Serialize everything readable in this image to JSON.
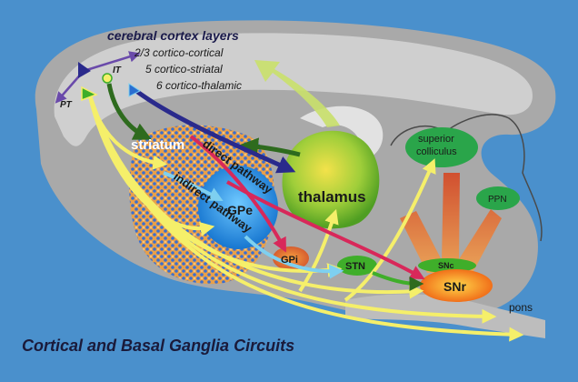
{
  "title": "Cortical and Basal Ganglia Circuits",
  "cortex": {
    "heading": "cerebral cortex layers",
    "layers": [
      "2/3 cortico-cortical",
      "5 cortico-striatal",
      "6 cortico-thalamic"
    ],
    "cell_labels": {
      "pt": "PT",
      "it": "IT"
    }
  },
  "structures": {
    "striatum": "striatum",
    "gpe": "GPe",
    "gpi": "GPi",
    "thalamus": "thalamus",
    "stn": "STN",
    "snc": "SNc",
    "snr": "SNr",
    "superior_colliculus_line1": "superior",
    "superior_colliculus_line2": "colliculus",
    "ppn": "PPN",
    "pons": "pons"
  },
  "pathways": {
    "direct": "direct pathway",
    "indirect": "indirect pathway"
  },
  "colors": {
    "background": "#4a90cc",
    "brain": "#a9a9a9",
    "cortex_layer": "#cfcfcf",
    "striatum_orange": "#f2a23a",
    "striatum_blue": "#3a6ed0",
    "gpe": "#1f8fe0",
    "thalamus_green": "#7bbd2a",
    "snr_orange": "#f07a10",
    "green_nucleus": "#3fae2a",
    "yellow_arrow": "#f5ef6a",
    "magenta_arrow": "#d8285a",
    "navy_arrow": "#2a2a8c",
    "green_arrow": "#2e6b1e",
    "lightblue_arrow": "#7ed0f0"
  }
}
